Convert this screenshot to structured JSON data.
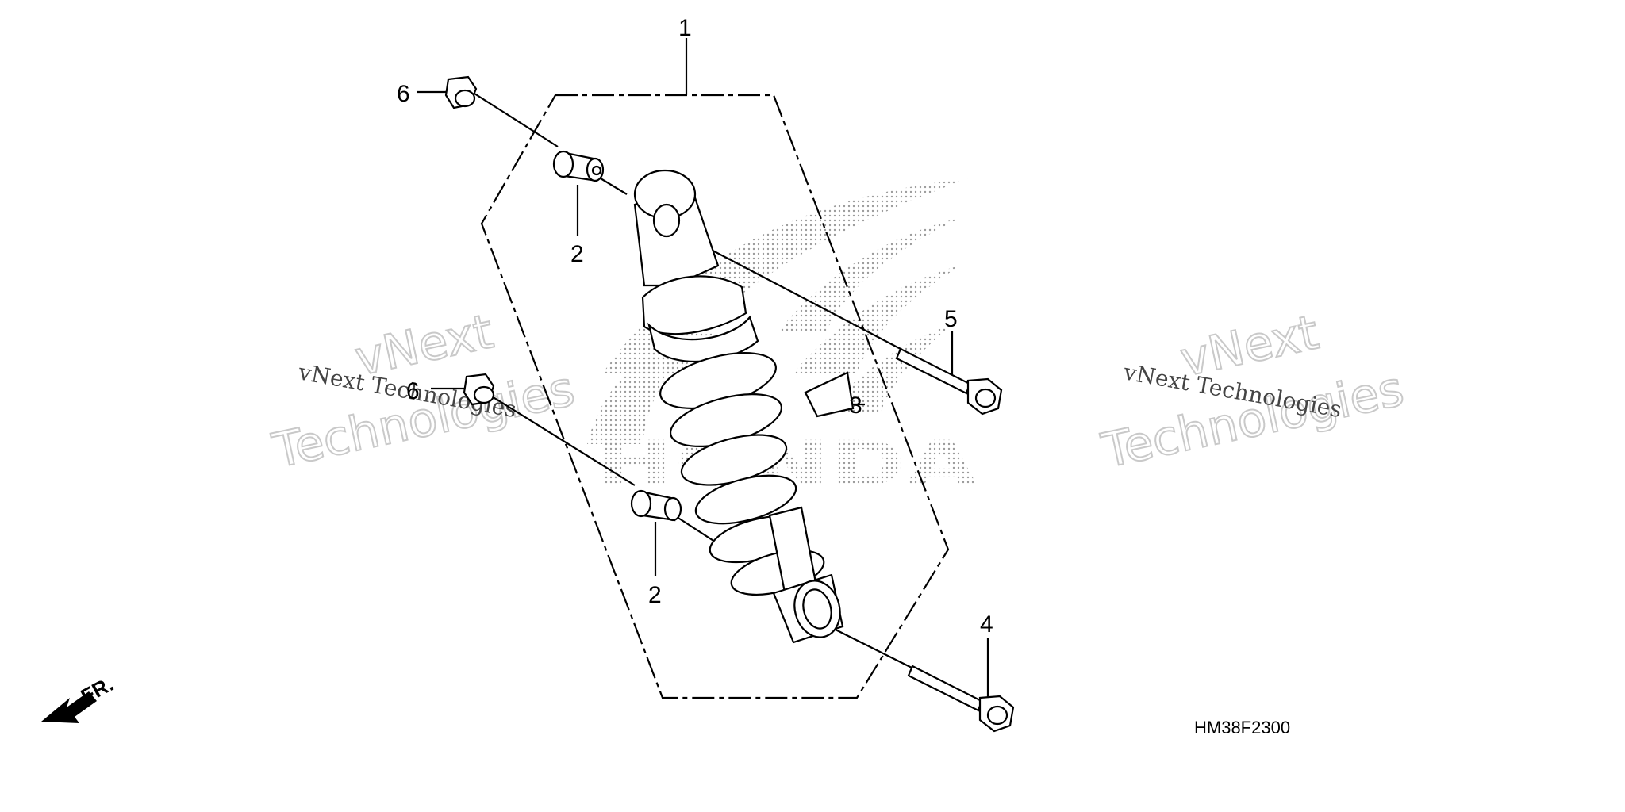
{
  "diagram": {
    "callouts": [
      "1",
      "2",
      "2",
      "3",
      "4",
      "5",
      "6",
      "6"
    ],
    "direction_label": "FR.",
    "diagram_code": "HM38F2300",
    "watermark": {
      "small": "vNext Technologies",
      "big_line1": "vNext",
      "big_line2": "Technologies"
    },
    "logo_text": "HONDA",
    "colors": {
      "ink": "#000000",
      "logo_dots": "#8a8a8a",
      "watermark": "#c9c9c9"
    }
  }
}
